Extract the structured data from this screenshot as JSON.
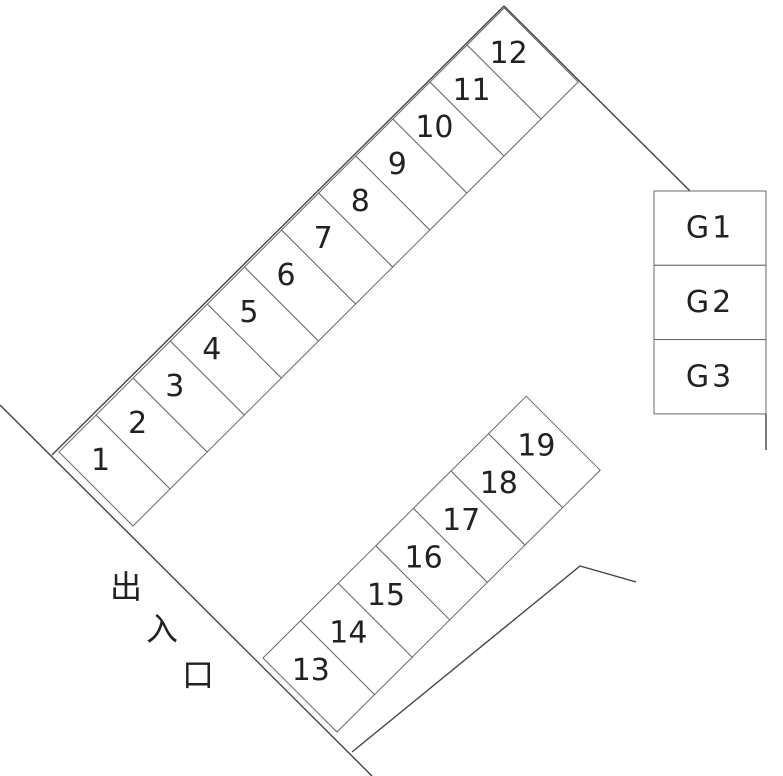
{
  "diagram": {
    "upper_row_labels": [
      "1",
      "2",
      "3",
      "4",
      "5",
      "6",
      "7",
      "8",
      "9",
      "10",
      "11",
      "12"
    ],
    "lower_row_labels": [
      "13",
      "14",
      "15",
      "16",
      "17",
      "18",
      "19"
    ],
    "garage_labels": [
      "G1",
      "G2",
      "G3"
    ],
    "entrance_label": [
      "出",
      "入",
      "口"
    ],
    "line_color": "#444444"
  }
}
